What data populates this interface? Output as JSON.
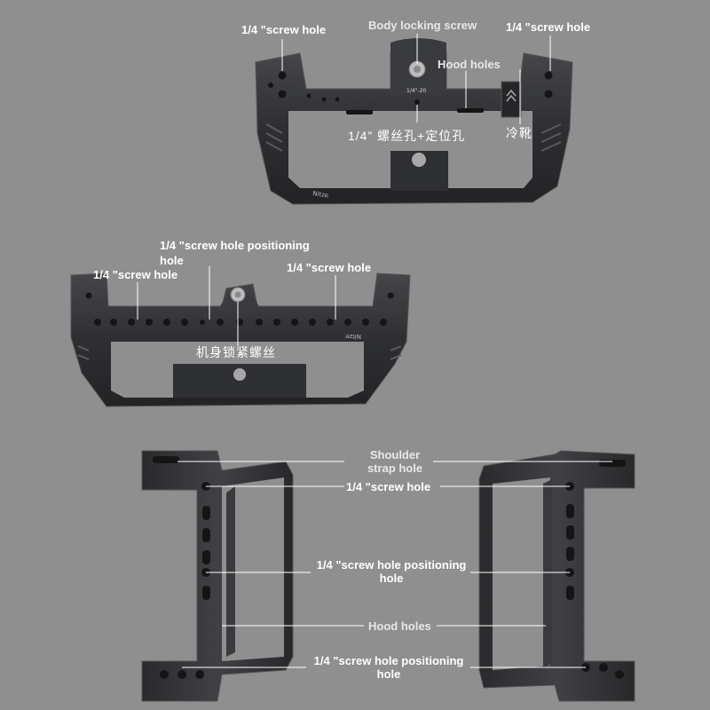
{
  "top_view": {
    "label_screw_left": "1/4 \"screw hole",
    "label_body_locking": "Body locking screw",
    "label_screw_right": "1/4 \"screw hole",
    "label_hood_holes": "Hood holes",
    "label_cn_screw_position": "1/4” 螺丝孔+定位孔",
    "label_cn_cold_shoe": "冷靴",
    "engraved_thread": "1/4\"-20",
    "engraved_brand": "Nitze"
  },
  "middle_view": {
    "label_positioning_line1": "1/4 \"screw hole positioning",
    "label_positioning_line2": "hole",
    "label_screw_left": "1/4 \"screw hole",
    "label_screw_right": "1/4 \"screw hole",
    "label_cn_body_lock": "机身锁紧螺丝",
    "engraved_brand": "Nitze"
  },
  "bottom_view": {
    "label_shoulder_line1": "Shoulder",
    "label_shoulder_line2": "strap hole",
    "label_screw": "1/4 \"screw hole",
    "label_positioning_a_line1": "1/4 \"screw hole positioning",
    "label_positioning_a_line2": "hole",
    "label_hood_holes": "Hood holes",
    "label_positioning_b_line1": "1/4 \"screw hole positioning",
    "label_positioning_b_line2": "hole"
  },
  "colors": {
    "background": "#8f8f8f",
    "metal_dark": "#2b2b2d",
    "metal_mid": "#3c3c3f",
    "metal_edge": "#55565a",
    "label_text": "#ffffff",
    "leader_line": "#ffffff"
  }
}
